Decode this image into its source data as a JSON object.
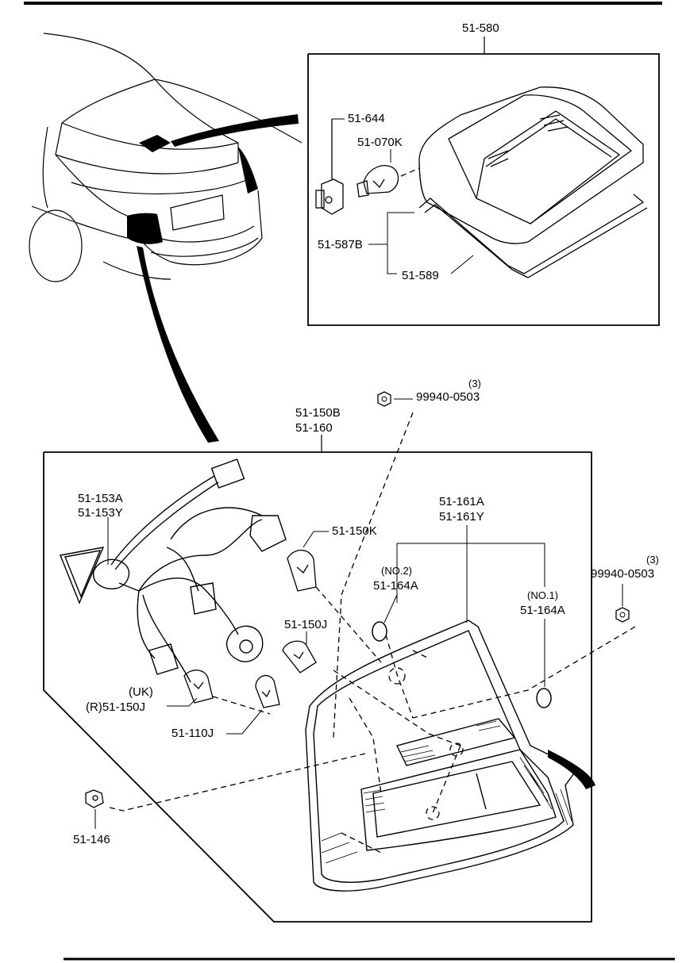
{
  "labels": {
    "high_mount_assembly": "51-580",
    "bulb_socket": "51-644",
    "high_mount_bulb": "51-070K",
    "lens": "51-587B",
    "gasket": "51-589",
    "nut_qty_top": "(3)",
    "nut_top": "99940-0503",
    "combination_lamp_a": "51-150B",
    "combination_lamp_b": "51-160",
    "harness_a": "51-153A",
    "harness_b": "51-153Y",
    "bulb_150k": "51-150K",
    "lens_a": "51-161A",
    "lens_b": "51-161Y",
    "no2_note": "(NO.2)",
    "packing_no2": "51-164A",
    "no1_note": "(NO.1)",
    "packing_no1": "51-164A",
    "nut_qty_right": "(3)",
    "nut_right": "99940-0503",
    "bulb_150j": "51-150J",
    "uk_note": "(UK)",
    "uk_bulb": "(R)51-150J",
    "bulb_110j": "51-110J",
    "clip": "51-146"
  },
  "colors": {
    "ink": "#000000",
    "paper": "#ffffff"
  }
}
